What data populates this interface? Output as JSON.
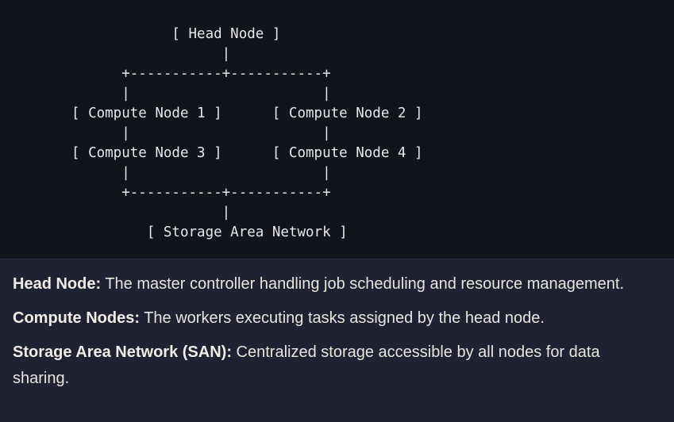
{
  "diagram": {
    "lines": [
      "            [ Head Node ]",
      "                  |",
      "      +-----------+-----------+",
      "      |                       |",
      "[ Compute Node 1 ]      [ Compute Node 2 ]",
      "      |                       |",
      "[ Compute Node 3 ]      [ Compute Node 4 ]",
      "      |                       |",
      "      +-----------+-----------+",
      "                  |",
      "         [ Storage Area Network ]"
    ]
  },
  "descriptions": [
    {
      "term": "Head Node:",
      "text": " The master controller handling job scheduling and resource management."
    },
    {
      "term": "Compute Nodes:",
      "text": " The workers executing tasks assigned by the head node."
    },
    {
      "term": "Storage Area Network (SAN):",
      "text": " Centralized storage accessible by all nodes for data sharing."
    }
  ]
}
